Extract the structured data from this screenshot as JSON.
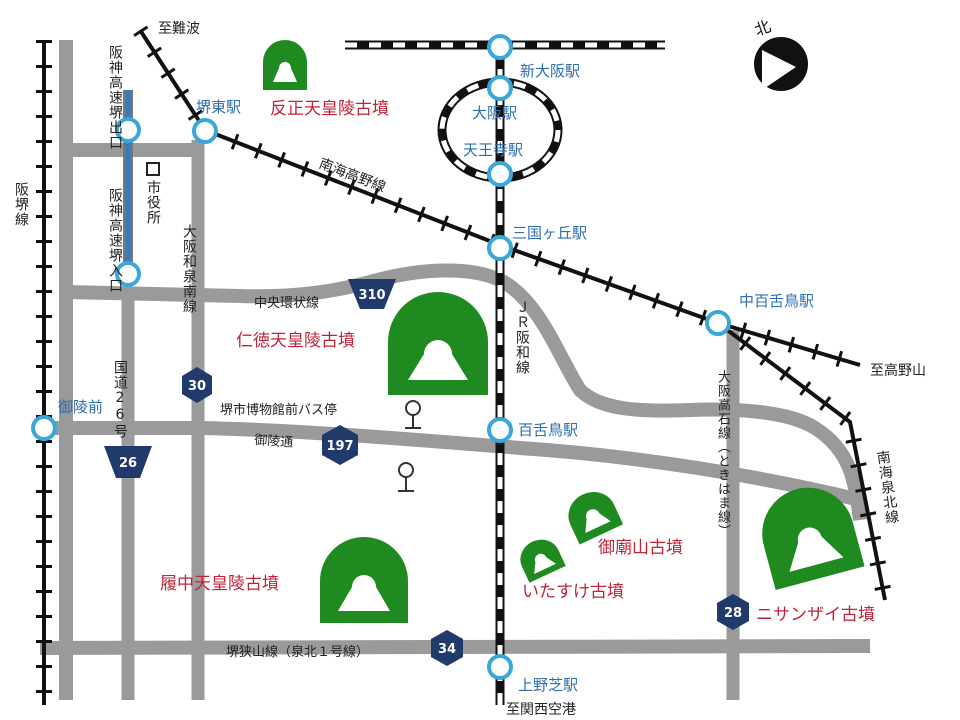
{
  "map": {
    "stations": {
      "sakai_higashi": "堺東駅",
      "shin_osaka": "新大阪駅",
      "osaka": "大阪駅",
      "tennoji": "天王寺駅",
      "mikunigaoka": "三国ヶ丘駅",
      "nakamozu": "中百舌鳥駅",
      "mozu": "百舌鳥駅",
      "goryomae": "御陵前",
      "uenoshiba": "上野芝駅"
    },
    "kofun": {
      "hanzei": "反正天皇陵古墳",
      "nintoku": "仁徳天皇陵古墳",
      "richu": "履中天皇陵古墳",
      "gobyoyama": "御廟山古墳",
      "itasuke": "いたすけ古墳",
      "nisanzai": "ニサンザイ古墳"
    },
    "railways": {
      "koya_line": "南海高野線",
      "jr_hanwa": "ＪＲ阪和線",
      "semboku_line": "南海泉北線",
      "hansai_line": "阪堺線"
    },
    "roads": {
      "chuo_kanjo": "中央環状線",
      "goryo_dori": "御陵通",
      "sakai_sayama": "堺狭山線（泉北１号線）",
      "route26": "国道26号",
      "izumi_nan": "大阪和泉南線",
      "osaka_takaishi": "大阪高石線（ときはま線）",
      "hanshin_kita_exit": "阪神高速堺出口",
      "hanshin_entrance": "阪神高速堺入口"
    },
    "shields": {
      "r310": "310",
      "r30": "30",
      "r26": "26",
      "r197": "197",
      "r34": "34",
      "r28": "28"
    },
    "destinations": {
      "to_namba": "至難波",
      "to_koyasan": "至高野山",
      "to_kix": "至関西空港"
    },
    "landmarks": {
      "city_hall": "市役所",
      "bus_stop": "堺市博物館前バス停"
    },
    "compass": "北"
  }
}
